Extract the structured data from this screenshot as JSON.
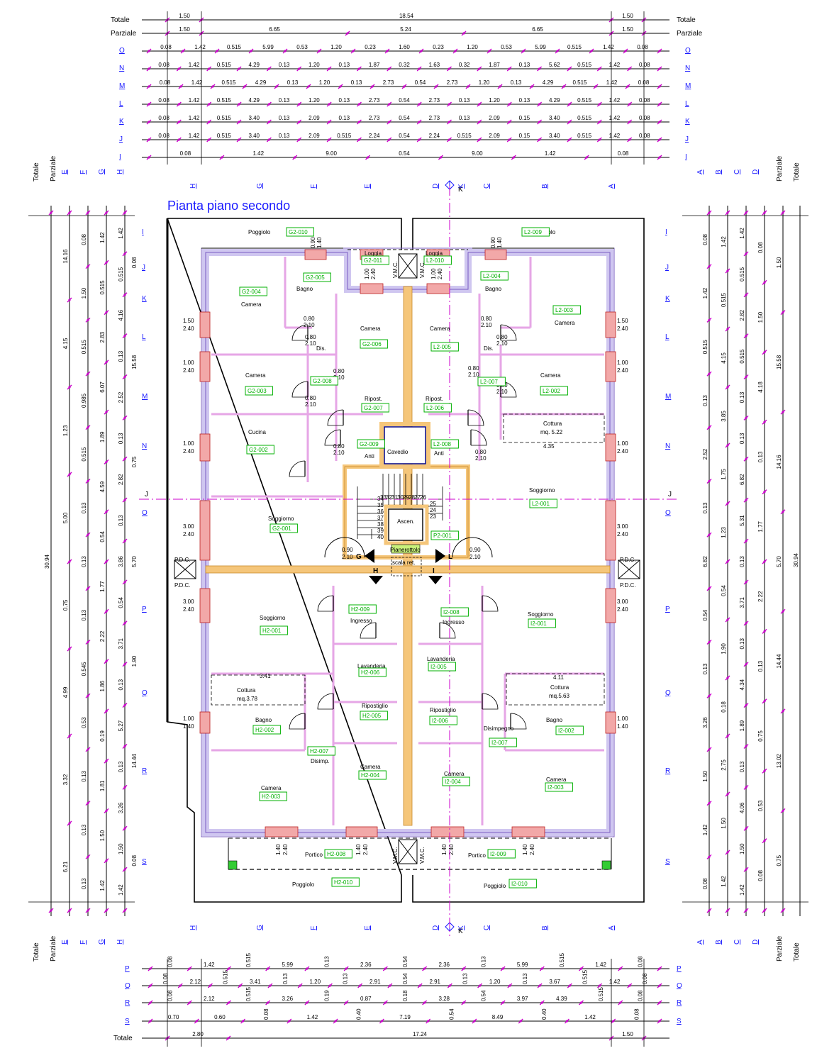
{
  "title": "Pianta piano secondo",
  "colors": {
    "line": "#000000",
    "axis": "#cc00cc",
    "tag": "#00b000",
    "wall_fill": "#cfc6f0",
    "wall_edge": "#7a5cc2",
    "window": "#f2a8a8",
    "shaft": "#f5c67a",
    "label_blue": "#1a1aff"
  },
  "top_dims": {
    "rows": [
      {
        "label": "Totale",
        "values": [
          "1.50",
          "18.54",
          "1.50"
        ]
      },
      {
        "label": "Parziale",
        "values": [
          "1.50",
          "6.65",
          "5.24",
          "6.65",
          "1.50"
        ]
      },
      {
        "label": "O",
        "values": [
          "0.08",
          "1.42",
          "0.515",
          "5.99",
          "0.53",
          "1.20",
          "0.23",
          "1.60",
          "0.23",
          "1.20",
          "0.53",
          "5.99",
          "0.515",
          "1.42",
          "0.08"
        ]
      },
      {
        "label": "N",
        "values": [
          "0.08",
          "1.42",
          "0.515",
          "4.29",
          "0.13",
          "1.20",
          "0.13",
          "1.87",
          "0.32",
          "1.63",
          "0.32",
          "1.87",
          "0.13",
          "5.62",
          "0.515",
          "1.42",
          "0.08"
        ]
      },
      {
        "label": "M",
        "values": [
          "0.08",
          "1.42",
          "0.515",
          "4.29",
          "0.13",
          "1.20",
          "0.13",
          "2.73",
          "0.54",
          "2.73",
          "1.20",
          "0.13",
          "4.29",
          "0.515",
          "1.42",
          "0.08"
        ]
      },
      {
        "label": "L",
        "values": [
          "0.08",
          "1.42",
          "0.515",
          "4.29",
          "0.13",
          "1.20",
          "0.13",
          "2.73",
          "0.54",
          "2.73",
          "0.13",
          "1.20",
          "0.13",
          "4.29",
          "0.515",
          "1.42",
          "0.08"
        ]
      },
      {
        "label": "K",
        "values": [
          "0.08",
          "1.42",
          "0.515",
          "3.40",
          "0.13",
          "2.09",
          "0.13",
          "2.73",
          "0.54",
          "2.73",
          "0.13",
          "2.09",
          "0.15",
          "3.40",
          "0.515",
          "1.42",
          "0.08"
        ]
      },
      {
        "label": "J",
        "values": [
          "0.08",
          "1.42",
          "0.515",
          "3.40",
          "0.13",
          "2.09",
          "0.515",
          "2.24",
          "0.54",
          "2.24",
          "0.515",
          "2.09",
          "0.15",
          "3.40",
          "0.515",
          "1.42",
          "0.08"
        ]
      },
      {
        "label": "I",
        "values": [
          "0.08",
          "1.42",
          "9.00",
          "0.54",
          "9.00",
          "1.42",
          "0.08"
        ]
      }
    ],
    "right_labels": [
      "Totale",
      "Parziale",
      "O",
      "N",
      "M",
      "L",
      "K",
      "J",
      "I"
    ]
  },
  "bottom_dims": {
    "rows": [
      {
        "label": "P",
        "values": [
          "0.08",
          "1.42",
          "0.515",
          "5.99",
          "0.13",
          "2.36",
          "0.54",
          "2.36",
          "0.13",
          "5.99",
          "0.515",
          "1.42",
          "0.08"
        ]
      },
      {
        "label": "Q",
        "values": [
          "0.08",
          "2.12",
          "0.515",
          "3.41",
          "0.13",
          "1.20",
          "0.13",
          "2.91",
          "0.54",
          "2.91",
          "0.13",
          "1.20",
          "0.13",
          "3.67",
          "0.515",
          "1.42",
          "0.08"
        ]
      },
      {
        "label": "R",
        "values": [
          "0.08",
          "2.12",
          "0.515",
          "3.26",
          "0.19",
          "0.87",
          "0.18",
          "3.28",
          "0.54",
          "3.97",
          "4.39",
          "0.515",
          "0.08"
        ]
      },
      {
        "label": "S",
        "values": [
          "0.70",
          "0.60",
          "0.08",
          "1.42",
          "0.40",
          "7.19",
          "0.54",
          "8.49",
          "0.40",
          "1.42",
          "0.08"
        ]
      },
      {
        "label": "Totale",
        "values": [
          "2.80",
          "17.24",
          "1.50"
        ]
      }
    ],
    "right_labels": [
      "P",
      "Q",
      "R",
      "S"
    ]
  },
  "column_axes": {
    "left": [
      "H",
      "G",
      "F",
      "E",
      "D",
      "K",
      "C",
      "B",
      "A"
    ],
    "side_left": [
      "E",
      "F",
      "G",
      "H"
    ],
    "side_right": [
      "A",
      "B",
      "C",
      "D"
    ],
    "side_left_titles": [
      "Totale",
      "Parziale"
    ],
    "side_right_titles": [
      "Parziale",
      "Totale"
    ]
  },
  "row_axes": [
    "I",
    "J",
    "K",
    "L",
    "M",
    "N",
    "O",
    "P",
    "Q",
    "R",
    "S"
  ],
  "section_marks": {
    "horizontal": "J",
    "vertical": "K"
  },
  "left_dims": {
    "totale": [
      "30.94"
    ],
    "parziale": [
      "14.16",
      "4.15",
      "1.23",
      "5.00",
      "0.75",
      "4.99",
      "3.32",
      "6.21"
    ],
    "col_e": [
      "0.08",
      "1.50",
      "0.515",
      "0.985",
      "0.515",
      "0.13",
      "0.13",
      "0.13",
      "0.545",
      "0.53",
      "0.13",
      "0.13",
      "0.13"
    ],
    "col_f": [
      "1.42",
      "0.515",
      "2.83",
      "6.07",
      "1.89",
      "4.59",
      "0.54",
      "1.77",
      "2.22",
      "1.86",
      "0.19",
      "1.81",
      "1.50",
      "1.42"
    ],
    "col_g": [
      "1.42",
      "0.515",
      "4.16",
      "0.13",
      "2.52",
      "0.13",
      "2.82",
      "0.13",
      "3.86",
      "0.54",
      "3.71",
      "0.13",
      "5.27",
      "0.13",
      "3.26",
      "1.50",
      "1.42"
    ],
    "col_h": [
      "0.08",
      "15.58",
      "0.75",
      "5.70",
      "1.90",
      "14.44",
      "0.08"
    ]
  },
  "right_dims": {
    "totale": [
      "30.94"
    ],
    "parziale": [
      "1.50",
      "15.58",
      "14.16",
      "5.70",
      "14.44",
      "13.02",
      "0.75"
    ],
    "col_a": [
      "0.08",
      "1.42",
      "0.515",
      "0.13",
      "2.52",
      "0.13",
      "6.82",
      "0.54",
      "0.13",
      "3.26",
      "1.50",
      "1.42",
      "0.08"
    ],
    "col_b": [
      "1.42",
      "0.515",
      "4.15",
      "3.85",
      "1.75",
      "1.23",
      "0.54",
      "1.90",
      "0.18",
      "2.75",
      "1.50",
      "1.42"
    ],
    "col_c": [
      "1.42",
      "0.515",
      "2.82",
      "0.515",
      "0.13",
      "0.13",
      "6.82",
      "5.31",
      "0.13",
      "3.71",
      "0.13",
      "4.34",
      "1.89",
      "0.13",
      "4.06",
      "1.50",
      "1.42"
    ],
    "col_d": [
      "0.08",
      "1.50",
      "4.18",
      "0.13",
      "1.77",
      "2.22",
      "0.13",
      "0.75",
      "0.53",
      "0.08"
    ]
  },
  "rooms": [
    {
      "name": "Poggiolo",
      "tag": "G2-010"
    },
    {
      "name": "Poggiolo",
      "tag": "L2-009"
    },
    {
      "name": "Loggia",
      "tag": "G2-011"
    },
    {
      "name": "Loggia",
      "tag": "L2-010"
    },
    {
      "name": "Camera",
      "tag": "G2-004"
    },
    {
      "name": "Bagno",
      "tag": "G2-005"
    },
    {
      "name": "Bagno",
      "tag": "L2-004"
    },
    {
      "name": "Camera",
      "tag": "L2-003"
    },
    {
      "name": "Camera",
      "tag": "G2-006"
    },
    {
      "name": "Camera",
      "tag": "L2-005"
    },
    {
      "name": "Dis.",
      "tag": "G2-008"
    },
    {
      "name": "Dis.",
      "tag": "L2-007"
    },
    {
      "name": "Camera",
      "tag": "G2-003"
    },
    {
      "name": "Camera",
      "tag": "L2-002"
    },
    {
      "name": "Ripost.",
      "tag": "G2-007"
    },
    {
      "name": "Ripost.",
      "tag": "L2-006"
    },
    {
      "name": "Cucina",
      "tag": "G2-002"
    },
    {
      "name": "Cottura",
      "tag": ""
    },
    {
      "name": "Anti",
      "tag": "G2-009"
    },
    {
      "name": "Anti",
      "tag": "L2-008"
    },
    {
      "name": "Cavedio",
      "tag": ""
    },
    {
      "name": "Soggiorno",
      "tag": "G2-001"
    },
    {
      "name": "Soggiorno",
      "tag": "L2-001"
    },
    {
      "name": "Ascen.",
      "tag": ""
    },
    {
      "name": "Pianerottolo",
      "tag": "P2-001"
    },
    {
      "name": "Soggiorno",
      "tag": "H2-001"
    },
    {
      "name": "Soggiorno",
      "tag": "I2-001"
    },
    {
      "name": "Ingresso",
      "tag": "H2-009"
    },
    {
      "name": "Ingresso",
      "tag": "I2-008"
    },
    {
      "name": "Lavanderia",
      "tag": "H2-006"
    },
    {
      "name": "Lavanderia",
      "tag": "I2-005"
    },
    {
      "name": "Cottura",
      "tag": ""
    },
    {
      "name": "Cottura",
      "tag": ""
    },
    {
      "name": "Ripostiglio",
      "tag": "H2-005"
    },
    {
      "name": "Ripostiglio",
      "tag": "I2-006"
    },
    {
      "name": "Bagno",
      "tag": "H2-002"
    },
    {
      "name": "Bagno",
      "tag": "I2-002"
    },
    {
      "name": "Disimpegno",
      "tag": "I2-007"
    },
    {
      "name": "Disimp.",
      "tag": "H2-007"
    },
    {
      "name": "Camera",
      "tag": "H2-004"
    },
    {
      "name": "Camera",
      "tag": "I2-004"
    },
    {
      "name": "Camera",
      "tag": "H2-003"
    },
    {
      "name": "Camera",
      "tag": "I2-003"
    },
    {
      "name": "Portico",
      "tag": "H2-008"
    },
    {
      "name": "Portico",
      "tag": "I2-009"
    },
    {
      "name": "Poggiolo",
      "tag": "H2-010"
    },
    {
      "name": "Poggiolo",
      "tag": "I2-010"
    }
  ],
  "notes": {
    "cottura_l2": "mq. 5.22",
    "cottura_l2_dim": "4.35",
    "cottura_h2": "mq.3.78",
    "cottura_h2_dim": "3.41",
    "cottura_i2": "mq.5.63",
    "cottura_i2_dim": "4.11",
    "vmc": "V.M.C.",
    "pdc": "P.D.C.",
    "scala": "scala ret. trattile",
    "stair_left": [
      "34",
      "35",
      "36",
      "37",
      "38",
      "39",
      "40"
    ],
    "stair_top": [
      "33",
      "32",
      "31",
      "30",
      "29",
      "28",
      "27",
      "26"
    ],
    "stair_right": [
      "25",
      "24",
      "23"
    ],
    "flag_letters": [
      "G",
      "L",
      "H",
      "I"
    ]
  },
  "opening_labels": {
    "window_left": [
      "1.50",
      "2.40",
      "1.00",
      "2.40",
      "1.00",
      "2.40",
      "3.00",
      "2.40",
      "3.00",
      "2.40",
      "1.00",
      "1.40"
    ],
    "window_right": [
      "1.50",
      "2.40",
      "1.00",
      "2.40",
      "1.00",
      "2.40",
      "3.00",
      "2.40",
      "3.00",
      "2.40",
      "1.00",
      "1.40"
    ],
    "door": [
      "0.80",
      "2.10"
    ],
    "door_main": [
      "0.90",
      "2.10"
    ],
    "window_top": [
      "0.90",
      "1.40",
      "1.00",
      "2.40"
    ],
    "window_bottom": [
      "1.40",
      "2.40"
    ]
  }
}
